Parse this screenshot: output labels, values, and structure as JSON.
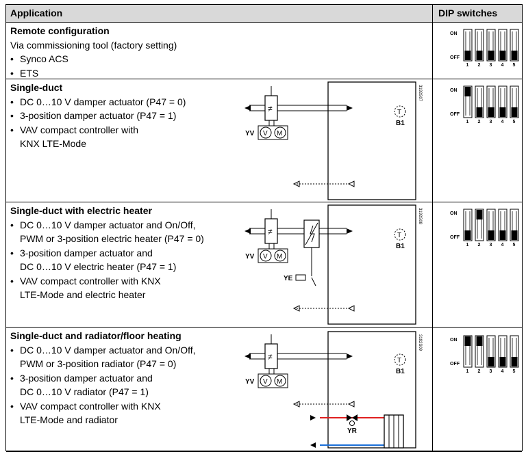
{
  "header": {
    "application": "Application",
    "dip": "DIP switches"
  },
  "dip_labels": {
    "on": "ON",
    "off": "OFF",
    "numbers": [
      "1",
      "2",
      "3",
      "4",
      "5"
    ]
  },
  "rows": [
    {
      "title": "Remote configuration",
      "lines": [
        "Via commissioning tool (factory setting)"
      ],
      "bullets": [
        "Synco ACS",
        "ETS"
      ],
      "dip_on": [
        false,
        false,
        false,
        false,
        false
      ]
    },
    {
      "title": "Single-duct",
      "bullets": [
        "DC 0…10 V damper actuator (P47 = 0)",
        "3-position damper actuator (P47 = 1)",
        "VAV compact controller with\nKNX LTE-Mode"
      ],
      "dip_on": [
        true,
        false,
        false,
        false,
        false
      ],
      "drawing_no": "3192S07"
    },
    {
      "title": "Single-duct with electric heater",
      "bullets": [
        "DC 0…10 V damper actuator and On/Off,\nPWM or 3-position electric heater (P47 = 0)",
        "3-position damper actuator and\nDC 0…10 V electric heater (P47 = 1)",
        "VAV compact controller with KNX\nLTE-Mode and electric heater"
      ],
      "dip_on": [
        false,
        true,
        false,
        false,
        false
      ],
      "drawing_no": "3192S08"
    },
    {
      "title": "Single-duct and radiator/floor heating",
      "bullets": [
        "DC 0…10 V damper actuator and On/Off,\nPWM or 3-position radiator (P47 = 0)",
        "3-position damper actuator and\nDC 0…10 V radiator (P47 = 1)",
        "VAV compact controller with KNX\nLTE-Mode and radiator"
      ],
      "dip_on": [
        true,
        true,
        false,
        false,
        false
      ],
      "drawing_no": "3192S09"
    }
  ],
  "labels": {
    "yv": "YV",
    "v": "V",
    "m": "M",
    "b1": "B1",
    "t": "T",
    "ye": "YE",
    "yr": "YR"
  }
}
